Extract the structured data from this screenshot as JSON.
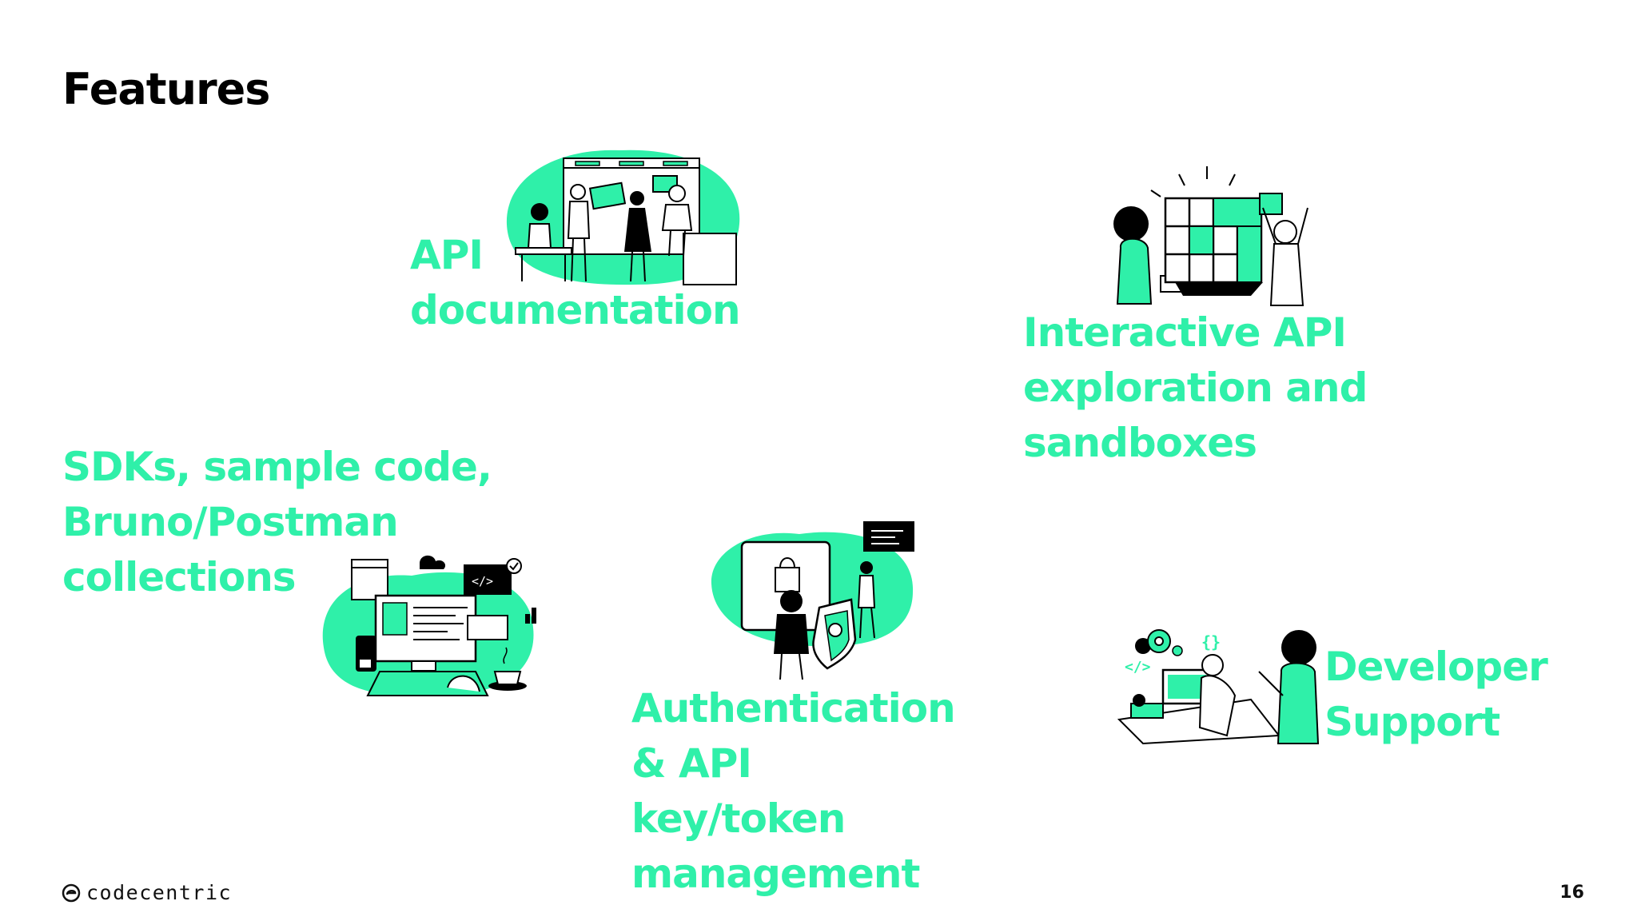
{
  "slide": {
    "title": "Features",
    "page_number": "16",
    "brand": "codecentric",
    "accent_color": "#2ff0a9"
  },
  "features": [
    {
      "lines": [
        "API",
        "documentation"
      ],
      "illustration": "team-whiteboard-illustration"
    },
    {
      "lines": [
        "Interactive API",
        "exploration and",
        "sandboxes"
      ],
      "illustration": "cube-puzzle-illustration"
    },
    {
      "lines": [
        "SDKs, sample code,",
        "Bruno/Postman",
        "collections"
      ],
      "illustration": "developer-workstation-illustration"
    },
    {
      "lines": [
        "Authentication",
        "& API",
        "key/token",
        "management"
      ],
      "illustration": "security-shield-illustration"
    },
    {
      "lines": [
        "Developer",
        "Support"
      ],
      "illustration": "support-desk-illustration"
    }
  ]
}
